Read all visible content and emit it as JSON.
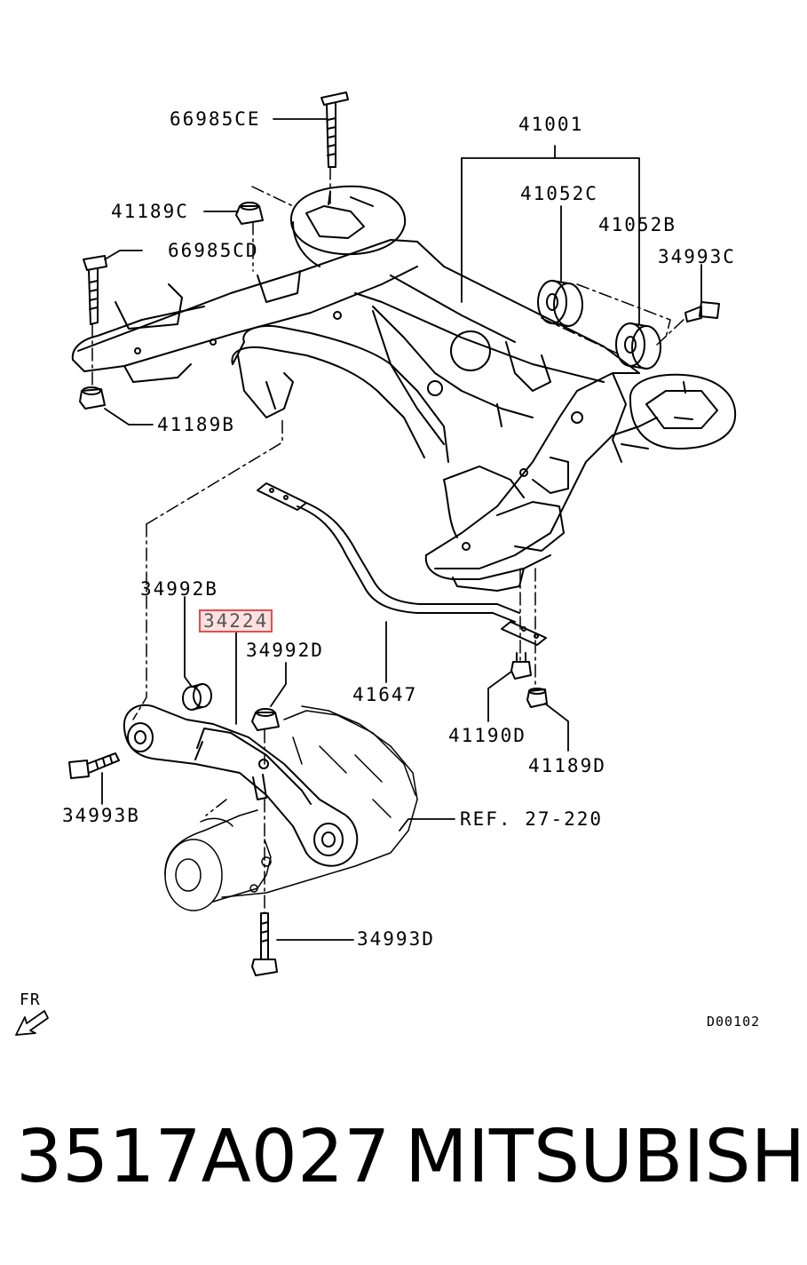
{
  "diagram": {
    "callouts": {
      "c66985ce": "66985CE",
      "c41001": "41001",
      "c41052c": "41052C",
      "c41189c": "41189C",
      "c41052b": "41052B",
      "c66985cd": "66985CD",
      "c34993c": "34993C",
      "c41189b": "41189B",
      "c34992b": "34992B",
      "c34224": "34224",
      "c34992d": "34992D",
      "c41647": "41647",
      "c41190d": "41190D",
      "c41189d": "41189D",
      "c34993b": "34993B",
      "ref": "REF. 27-220",
      "c34993d": "34993D"
    },
    "fr_label": "FR",
    "drawing_code": "D00102",
    "highlight_color": "#e05050"
  },
  "footer": {
    "part_number": "3517A027",
    "brand": "MITSUBISHI"
  }
}
